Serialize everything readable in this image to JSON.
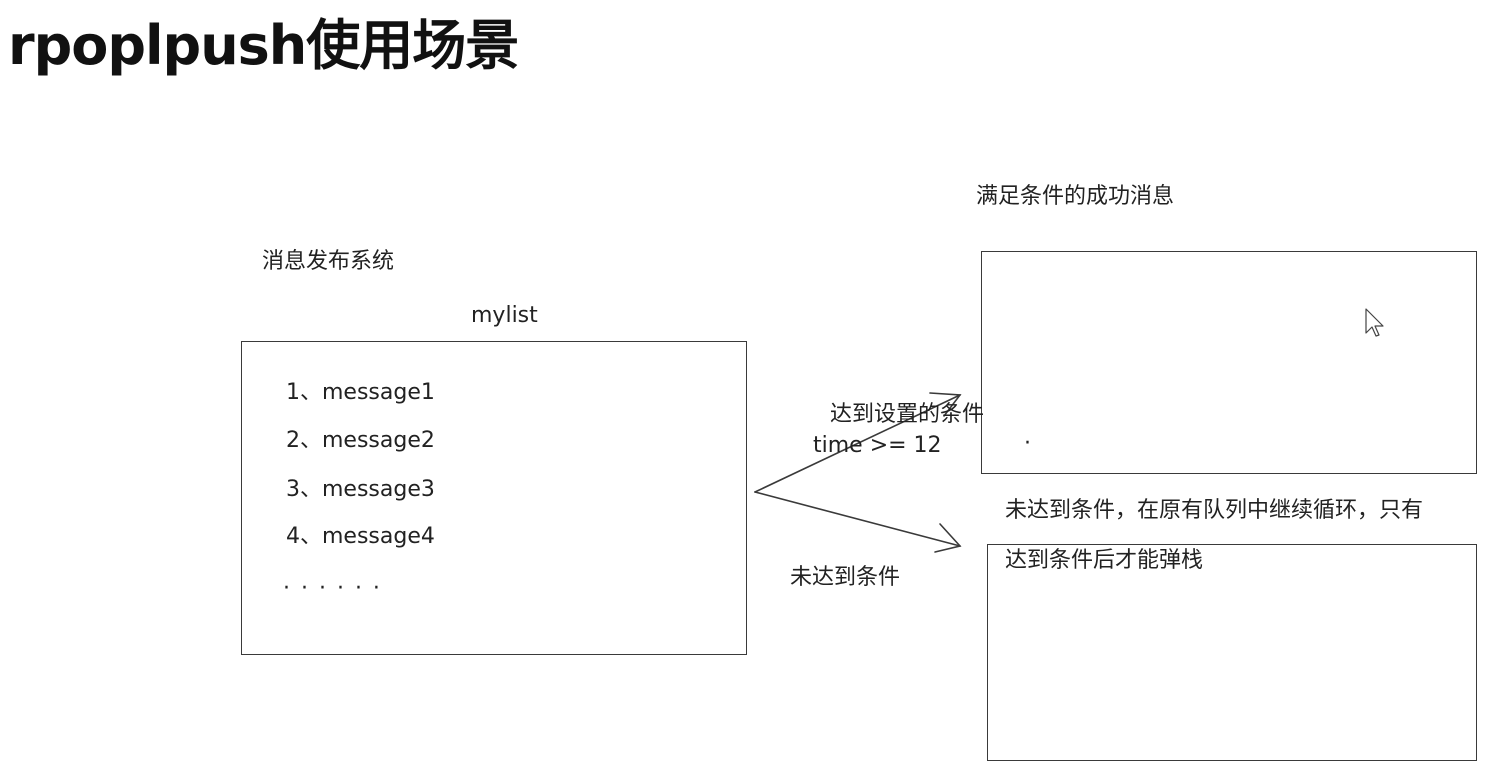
{
  "title": "rpoplpush使用场景",
  "publisher_label": "消息发布系统",
  "list_name": "mylist",
  "messages": [
    "1、message1",
    "2、message2",
    "3、message3",
    "4、message4"
  ],
  "ellipsis": "· · · · · ·",
  "success_label": "满足条件的成功消息",
  "arrow_up_label": "达到设置的条件",
  "condition_label": "time  >= 12",
  "dot_mark": "·",
  "arrow_down_label": "未达到条件",
  "retry_line1": "未达到条件，在原有队列中继续循环，只有",
  "retry_line2": "达到条件后才能弹栈",
  "colors": {
    "line": "#3a3a3a",
    "text": "#222222",
    "background": "#ffffff"
  }
}
